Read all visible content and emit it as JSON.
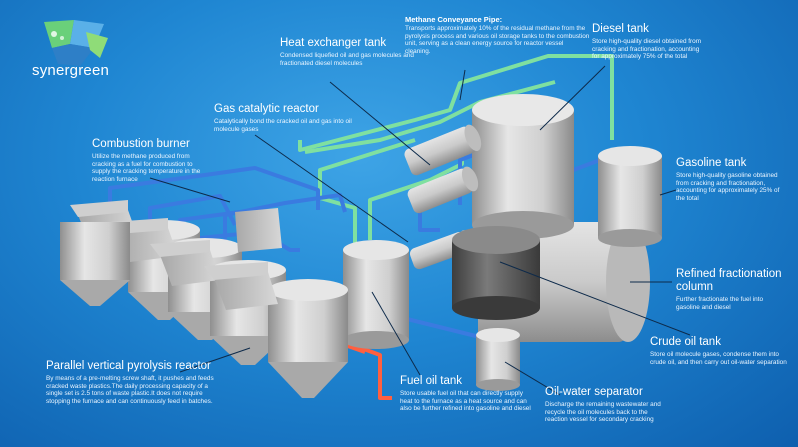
{
  "logo": {
    "text": "synergreen",
    "icon": "leaf-recycle-icon"
  },
  "labels": {
    "methane": {
      "title": "Methane Conveyance Pipe:",
      "desc": "Transports approximately 10% of the residual methane from the pyrolysis process and various oil storage tanks to the combustion unit, serving as a clean energy source for reactor vessel cleaning."
    },
    "heat_exchanger": {
      "title": "Heat exchanger tank",
      "desc": "Condensed liquefied oil and gas molecules and fractionated diesel molecules"
    },
    "diesel": {
      "title": "Diesel tank",
      "desc": "Store high-quality diesel obtained from cracking and fractionation, accounting for approximately 75% of the total"
    },
    "gas_catalytic": {
      "title": "Gas catalytic reactor",
      "desc": "Catalytically bond the cracked oil and gas into oil molecule gases"
    },
    "combustion": {
      "title": "Combustion burner",
      "desc": "Utilize the methane produced from cracking as a fuel for combustion to supply the cracking temperature in the reaction furnace"
    },
    "gasoline": {
      "title": "Gasoline tank",
      "desc": "Store high-quality gasoline obtained from cracking and fractionation, accounting for approximately 25% of the total"
    },
    "refined": {
      "title": "Refined fractionation column",
      "desc": "Further fractionate the fuel into gasoline and diesel"
    },
    "crude": {
      "title": "Crude oil tank",
      "desc": "Store oil molecule gases, condense them into crude oil, and then carry out oil-water separation"
    },
    "pyrolysis": {
      "title": "Parallel vertical pyrolysis reactor",
      "desc": "By means of a pre-melting screw shaft, it pushes and feeds cracked waste plastics.The daily processing capacity of a single set is 2.5 tons of waste plastic.It does not require stopping the furnace and can continuously feed in batches."
    },
    "fuel_oil": {
      "title": "Fuel oil tank",
      "desc": "Store usable fuel oil that can directly supply heat to the furnace as a heat source and can also be further refined into gasoline and diesel"
    },
    "oil_water": {
      "title": "Oil-water separator",
      "desc": "Discharge the remaining wastewater and recycle the oil molecules back to the reaction vessel for secondary cracking"
    }
  },
  "colors": {
    "background": "#1f86d2",
    "pipe_green": "#7fe0a0",
    "pipe_blue": "#3a7be0",
    "pipe_red": "#ff6040",
    "tank": "#d2d2d2",
    "dark_tank": "#6b6b6b",
    "leader_line": "#0d2a4a"
  }
}
